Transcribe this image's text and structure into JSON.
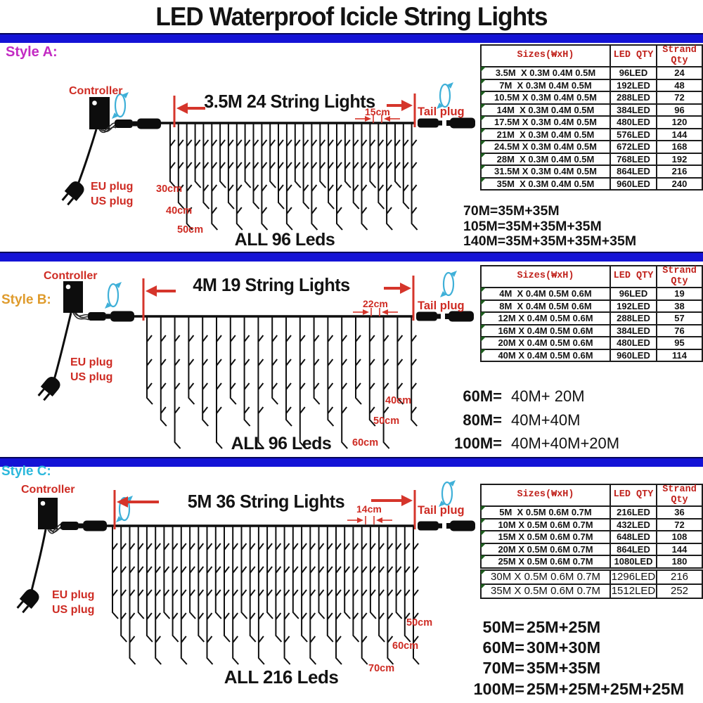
{
  "title": "LED Waterproof Icicle String Lights",
  "colors": {
    "divider_blue": "#1413d6",
    "label_red": "#ce2b23",
    "table_header_red": "#c0221c",
    "style_a_magenta": "#c32bc3",
    "style_b_orange": "#df9b2c",
    "style_c_cyan": "#2cb8dc",
    "rotation_icon_cyan": "#3fb0d8",
    "row_marker_green": "#1e5c1f"
  },
  "sections": [
    {
      "style_label": "Style A:",
      "controller_label": "Controller",
      "span_label": "3.5M 24 String Lights",
      "gap_label": "15cm",
      "tail_label": "Tail plug",
      "plug_line1": "EU plug",
      "plug_line2": "US plug",
      "drop_labels": [
        "30cm",
        "40cm",
        "50cm"
      ],
      "total_label": "ALL 96 Leds",
      "combos": [
        {
          "label": "70M=",
          "value": "35M+35M"
        },
        {
          "label": "105M=",
          "value": "35M+35M+35M"
        },
        {
          "label": "140M=",
          "value": "35M+35M+35M+35M"
        }
      ],
      "table": {
        "headers": [
          "Sizes(₩xH)",
          "LED QTY",
          "Strand Qty"
        ],
        "rows": [
          [
            "3.5M  X 0.3M 0.4M 0.5M",
            "96LED",
            "24"
          ],
          [
            "7M  X 0.3M 0.4M 0.5M",
            "192LED",
            "48"
          ],
          [
            "10.5M X 0.3M 0.4M 0.5M",
            "288LED",
            "72"
          ],
          [
            "14M  X 0.3M 0.4M 0.5M",
            "384LED",
            "96"
          ],
          [
            "17.5M X 0.3M 0.4M 0.5M",
            "480LED",
            "120"
          ],
          [
            "21M  X 0.3M 0.4M 0.5M",
            "576LED",
            "144"
          ],
          [
            "24.5M X 0.3M 0.4M 0.5M",
            "672LED",
            "168"
          ],
          [
            "28M  X 0.3M 0.4M 0.5M",
            "768LED",
            "192"
          ],
          [
            "31.5M X 0.3M 0.4M 0.5M",
            "864LED",
            "216"
          ],
          [
            "35M  X 0.3M 0.4M 0.5M",
            "960LED",
            "240"
          ]
        ]
      }
    },
    {
      "style_label": "Style B:",
      "controller_label": "Controller",
      "span_label": "4M 19 String Lights",
      "gap_label": "22cm",
      "tail_label": "Tail plug",
      "plug_line1": "EU plug",
      "plug_line2": "US plug",
      "drop_labels": [
        "40cm",
        "50cm",
        "60cm"
      ],
      "total_label": "ALL 96 Leds",
      "combos": [
        {
          "label": "60M=",
          "value": "40M+ 20M"
        },
        {
          "label": "80M=",
          "value": "40M+40M"
        },
        {
          "label": "100M=",
          "value": "40M+40M+20M"
        }
      ],
      "table": {
        "headers": [
          "Sizes(₩xH)",
          "LED QTY",
          "Strand Qty"
        ],
        "rows": [
          [
            "4M  X 0.4M 0.5M 0.6M",
            "96LED",
            "19"
          ],
          [
            "8M  X 0.4M 0.5M 0.6M",
            "192LED",
            "38"
          ],
          [
            "12M X 0.4M 0.5M 0.6M",
            "288LED",
            "57"
          ],
          [
            "16M X 0.4M 0.5M 0.6M",
            "384LED",
            "76"
          ],
          [
            "20M X 0.4M 0.5M 0.6M",
            "480LED",
            "95"
          ],
          [
            "40M X 0.4M 0.5M 0.6M",
            "960LED",
            "114"
          ]
        ]
      }
    },
    {
      "style_label": "Style C:",
      "controller_label": "Controller",
      "span_label": "5M 36 String Lights",
      "gap_label": "14cm",
      "tail_label": "Tail plug",
      "plug_line1": "EU plug",
      "plug_line2": "US plug",
      "drop_labels": [
        "50cm",
        "60cm",
        "70cm"
      ],
      "total_label": "ALL 216 Leds",
      "combos": [
        {
          "label": "50M=",
          "value": "25M+25M"
        },
        {
          "label": "60M=",
          "value": "30M+30M"
        },
        {
          "label": "70M=",
          "value": "35M+35M"
        },
        {
          "label": "100M=",
          "value": "25M+25M+25M+25M"
        }
      ],
      "table": {
        "headers": [
          "Sizes(₩xH)",
          "LED QTY",
          "Strand Qty"
        ],
        "sub_from": 5,
        "rows": [
          [
            "5M  X 0.5M 0.6M 0.7M",
            "216LED",
            "36"
          ],
          [
            "10M X 0.5M 0.6M 0.7M",
            "432LED",
            "72"
          ],
          [
            "15M X 0.5M 0.6M 0.7M",
            "648LED",
            "108"
          ],
          [
            "20M X 0.5M 0.6M 0.7M",
            "864LED",
            "144"
          ],
          [
            "25M X 0.5M 0.6M 0.7M",
            "1080LED",
            "180"
          ],
          [
            "30M X 0.5M 0.6M 0.7M",
            "1296LED",
            "216"
          ],
          [
            "35M X 0.5M 0.6M 0.7M",
            "1512LED",
            "252"
          ]
        ]
      }
    }
  ]
}
